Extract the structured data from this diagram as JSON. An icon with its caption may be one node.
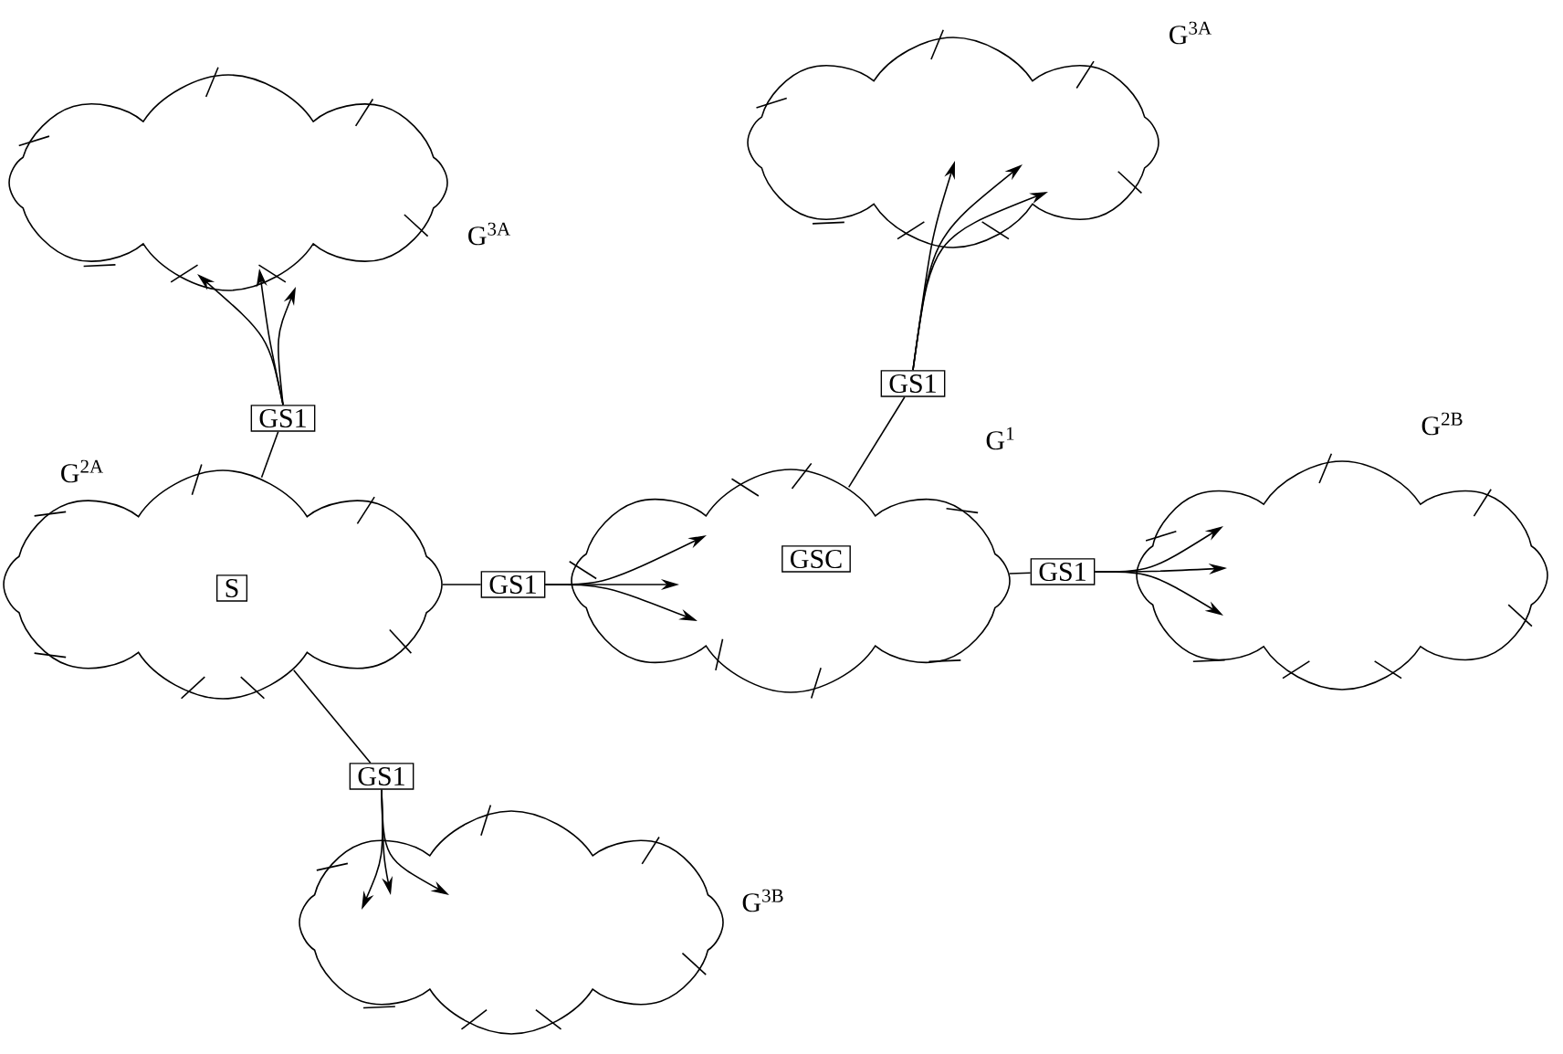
{
  "diagram": {
    "nodes": [
      {
        "text": [
          "G$^{3A}$"
        ]
      },
      {
        "text": [
          "G$^{2A}$"
        ]
      },
      {
        "text": [
          "S"
        ],
        "in": 1
      },
      {
        "text": [
          "G$^{1}$"
        ]
      },
      {
        "text": [
          "GSC"
        ],
        "in": 3
      },
      {
        "text": [
          "G$^{3A}$"
        ]
      },
      {
        "text": [
          "G$^{2B}$"
        ]
      },
      {
        "text": [
          "G$^{3B}$"
        ]
      },
      {
        "text": [
          "GS1"
        ]
      },
      {
        "text": [
          "GS1"
        ]
      },
      {
        "text": [
          "GS1"
        ]
      },
      {
        "text": [
          "GS1"
        ]
      },
      {
        "text": [
          "GS1"
        ]
      }
    ],
    "edges": [
      {
        "from": 8,
        "to": 1,
        "arrow": "none"
      },
      {
        "from": 9,
        "to": 1,
        "arrow": "none"
      },
      {
        "from": 10,
        "to": 3,
        "arrow": "none"
      },
      {
        "from": 11,
        "to": 3,
        "arrow": "none"
      },
      {
        "from": 12,
        "to": 1,
        "arrow": "none"
      },
      {
        "from": 8,
        "to": 0,
        "arrow": "to"
      },
      {
        "from": 8,
        "to": 0,
        "arrow": "to"
      },
      {
        "from": 8,
        "to": 0,
        "arrow": "to"
      },
      {
        "from": 9,
        "to": 3,
        "arrow": "to"
      },
      {
        "from": 9,
        "to": 3,
        "arrow": "to"
      },
      {
        "from": 9,
        "to": 3,
        "arrow": "to"
      },
      {
        "from": 10,
        "to": 5,
        "arrow": "to"
      },
      {
        "from": 10,
        "to": 5,
        "arrow": "to"
      },
      {
        "from": 10,
        "to": 5,
        "arrow": "to"
      },
      {
        "from": 11,
        "to": 6,
        "arrow": "to"
      },
      {
        "from": 11,
        "to": 6,
        "arrow": "to"
      },
      {
        "from": 11,
        "to": 6,
        "arrow": "to"
      },
      {
        "from": 12,
        "to": 7,
        "arrow": "to"
      },
      {
        "from": 12,
        "to": 7,
        "arrow": "to"
      },
      {
        "from": 12,
        "to": 7,
        "arrow": "to"
      }
    ]
  }
}
